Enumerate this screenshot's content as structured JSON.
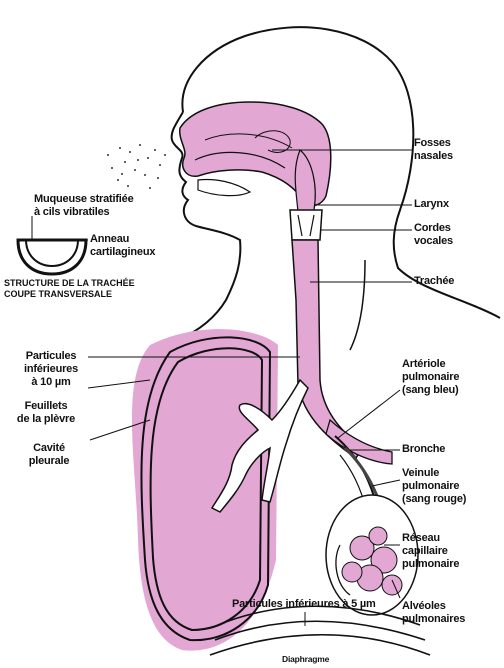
{
  "labels": {
    "fosses_nasales": [
      "Fosses",
      "nasales"
    ],
    "larynx": "Larynx",
    "cordes_vocales": [
      "Cordes",
      "vocales"
    ],
    "trachee": "Trachée",
    "muqueuse": [
      "Muqueuse stratifiée",
      "à cils vibratiles"
    ],
    "anneau": [
      "Anneau",
      "cartilagineux"
    ],
    "structure": [
      "STRUCTURE DE LA TRACHÉE",
      "COUPE TRANSVERSALE"
    ],
    "particules_10": [
      "Particules",
      "inférieures",
      "à 10 µm"
    ],
    "feuillets": [
      "Feuillets",
      "de la plèvre"
    ],
    "cavite": [
      "Cavité",
      "pleurale"
    ],
    "arteriole": [
      "Artériole",
      "pulmonaire",
      "(sang bleu)"
    ],
    "bronche": "Bronche",
    "veinule": [
      "Veinule",
      "pulmonaire",
      "(sang rouge)"
    ],
    "reseau": [
      "Réseau",
      "capillaire",
      "pulmonaire"
    ],
    "particules_5": "Particules inférieures à 5 µm",
    "alveoles": [
      "Alvéoles",
      "pulmonaires"
    ],
    "diaphragme": "Diaphragme"
  },
  "colors": {
    "pink": "#e2a7d3",
    "pink_dark": "#c97fb8",
    "ink": "#111111"
  }
}
